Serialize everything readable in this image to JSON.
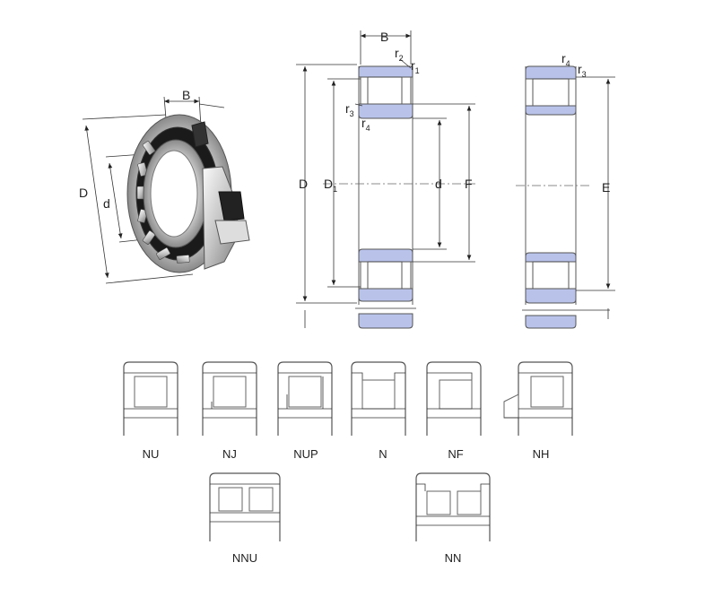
{
  "figure_3d": {
    "labels": {
      "B": "B",
      "D": "D",
      "d": "d"
    }
  },
  "section_main": {
    "labels": {
      "B": "B",
      "D": "D",
      "D1": "D",
      "D1_sub": "1",
      "d": "d",
      "F": "F",
      "r1": "r",
      "r1_sub": "1",
      "r2": "r",
      "r2_sub": "2",
      "r3": "r",
      "r3_sub": "3",
      "r4": "r",
      "r4_sub": "4"
    }
  },
  "section_right": {
    "labels": {
      "E": "E",
      "r3": "r",
      "r3_sub": "3",
      "r4": "r",
      "r4_sub": "4"
    }
  },
  "types": [
    "NU",
    "NJ",
    "NUP",
    "N",
    "NF",
    "NH",
    "NNU",
    "NN"
  ],
  "colors": {
    "ring_fill": "#b9c3ea",
    "line": "#222222"
  }
}
